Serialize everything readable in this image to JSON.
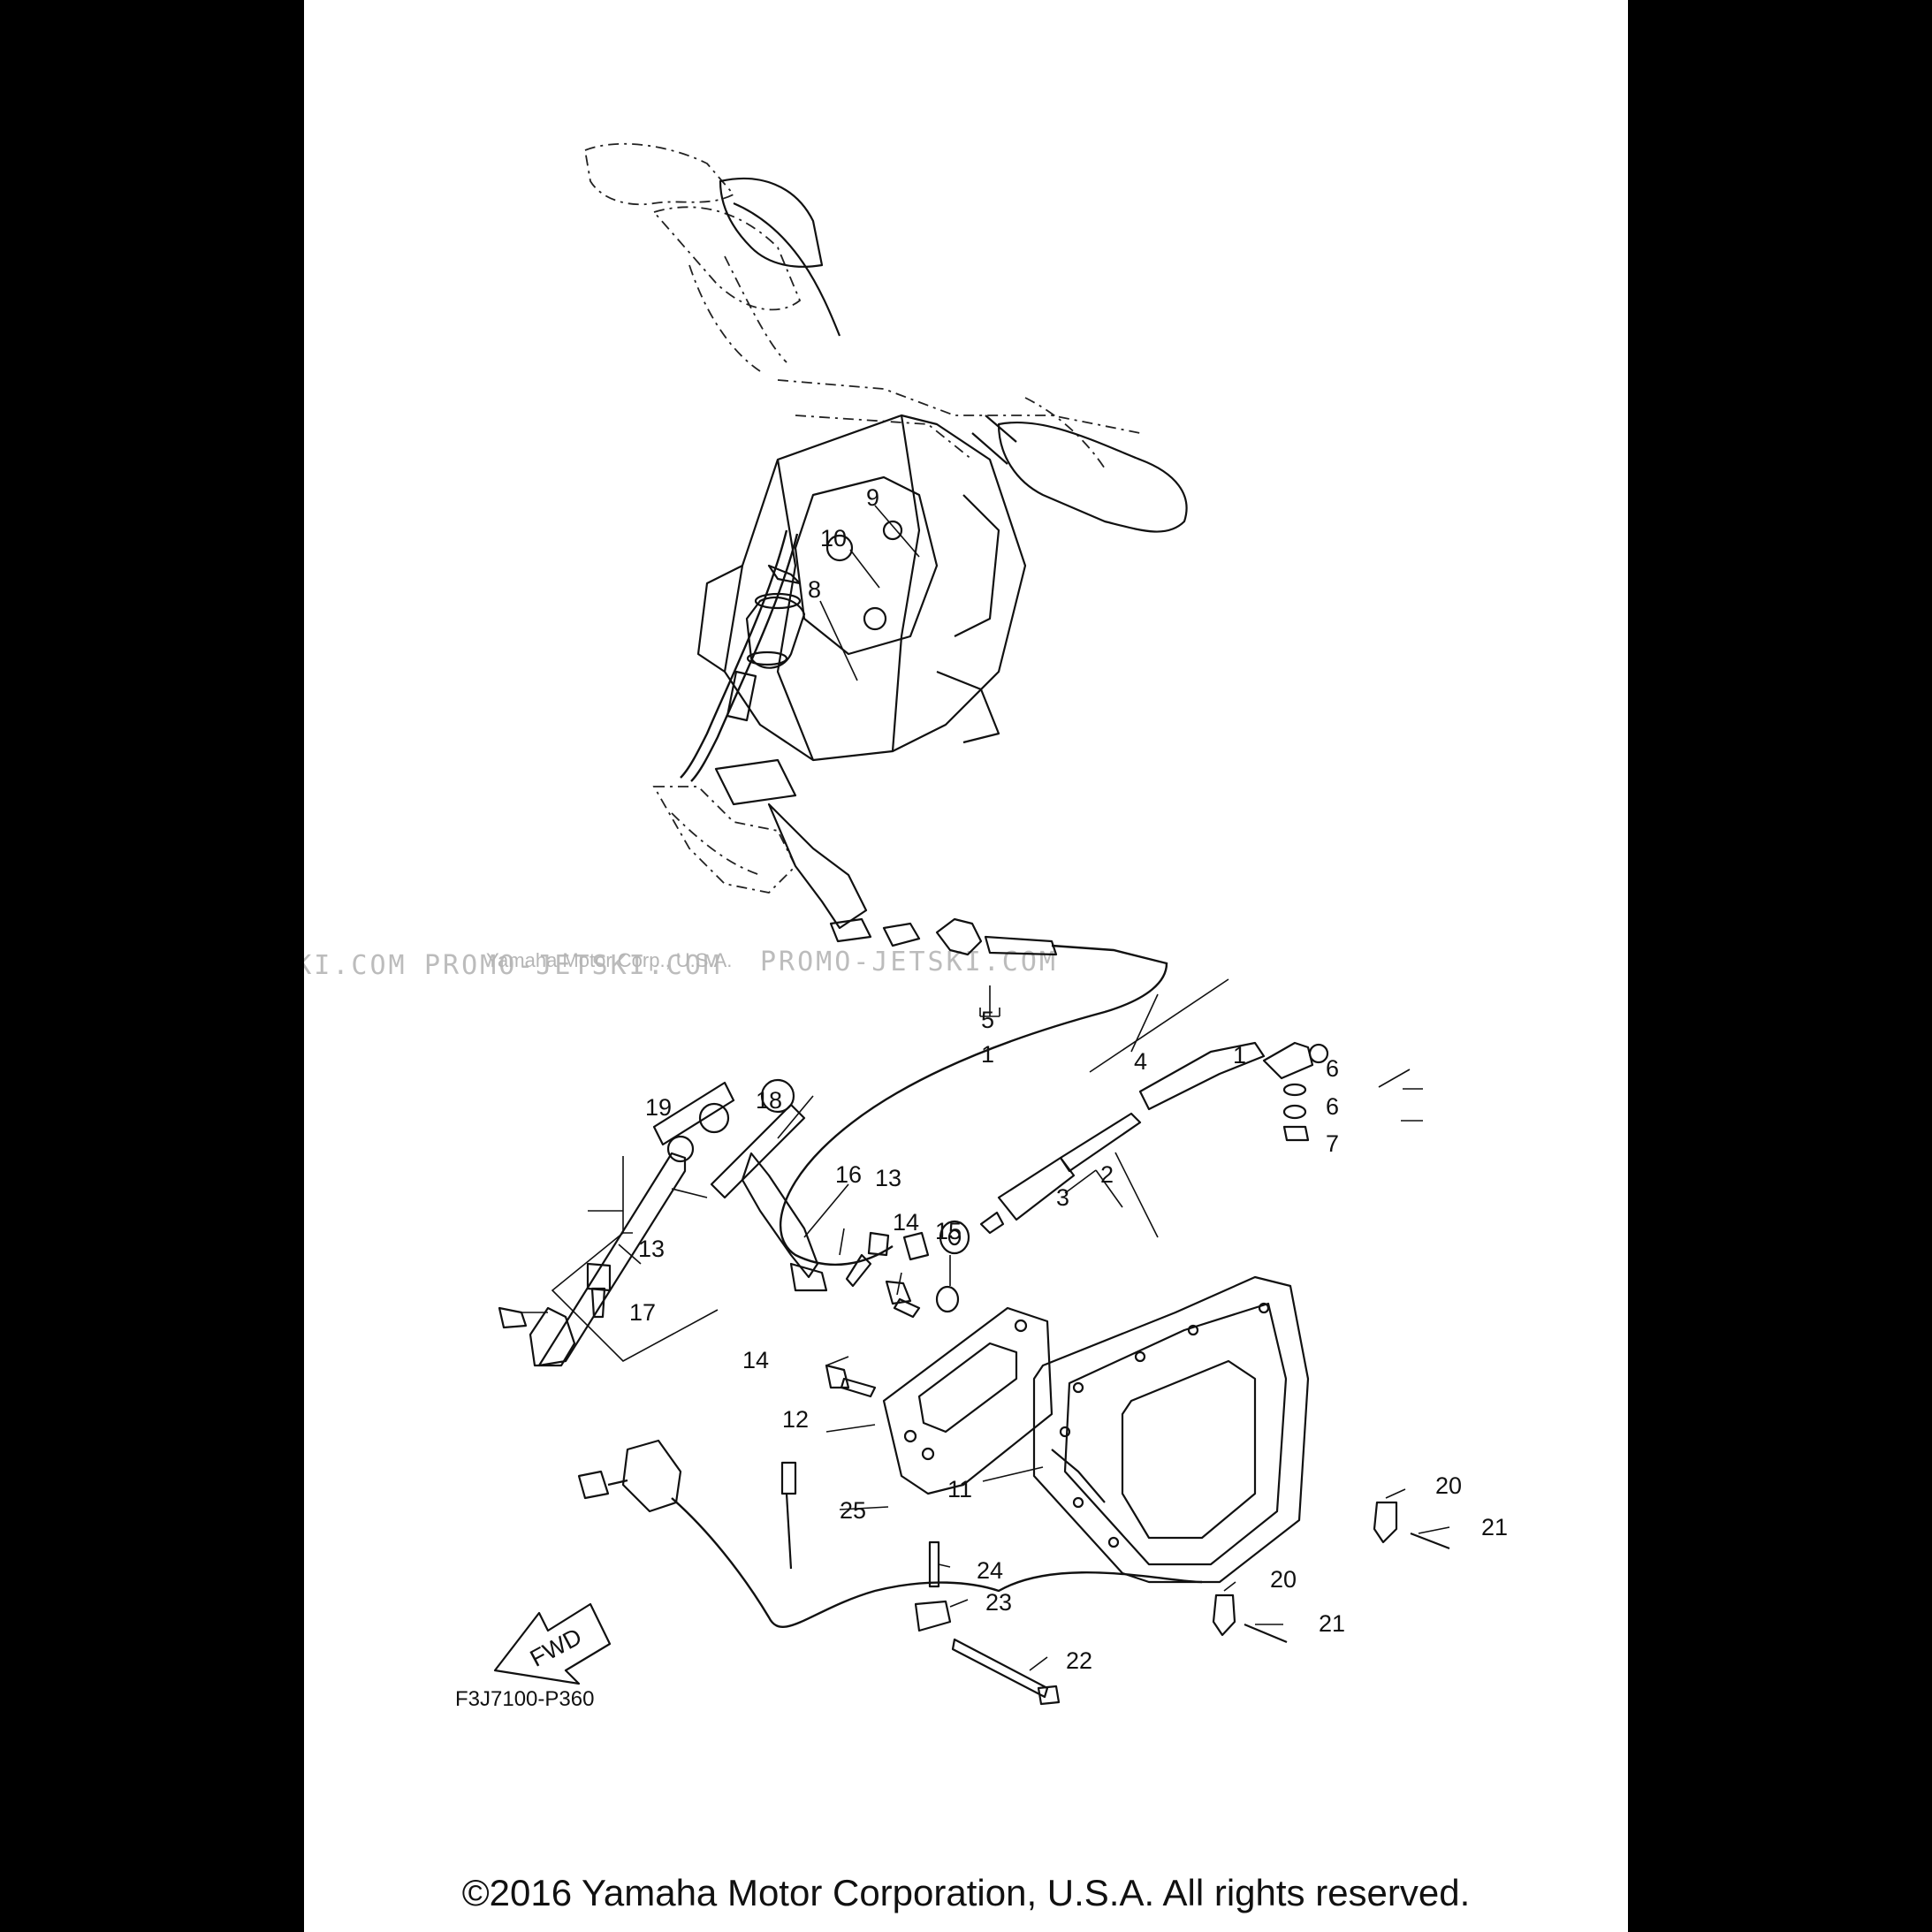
{
  "labels": {
    "1a": "1",
    "1b": "1",
    "2": "2",
    "3": "3",
    "4": "4",
    "5": "5",
    "6a": "6",
    "6b": "6",
    "7": "7",
    "8": "8",
    "9": "9",
    "10": "10",
    "11": "11",
    "12": "12",
    "13a": "13",
    "13b": "13",
    "14a": "14",
    "14b": "14",
    "15": "15",
    "16": "16",
    "17": "17",
    "18": "18",
    "19": "19",
    "20a": "20",
    "20b": "20",
    "21a": "21",
    "21b": "21",
    "22": "22",
    "23": "23",
    "24": "24",
    "25": "25"
  },
  "fwd_label": "FWD",
  "diagram_code": "F3J7100-P360",
  "watermark": {
    "left": "JETSKI.COM",
    "middle": "PROMO-JETSKI.COM",
    "right": "PROMO-JETSKI.COM",
    "owner": "Yamaha Motor Corp., U.S.A."
  },
  "copyright": "©2016 Yamaha Motor Corporation, U.S.A. All rights reserved.",
  "colors": {
    "background": "#000000",
    "sheet": "#ffffff",
    "ink": "#111111"
  }
}
